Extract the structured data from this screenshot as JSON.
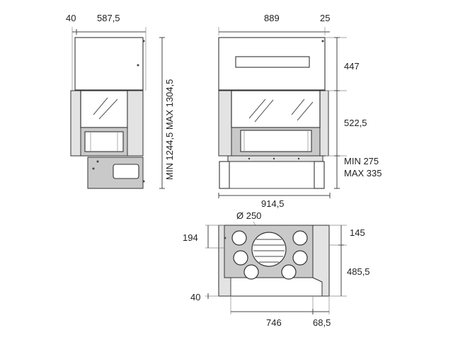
{
  "dimensions": {
    "side_view": {
      "depth_offset": "40",
      "depth": "587,5",
      "height": "MIN 1244,5  MAX 1304,5"
    },
    "front_view": {
      "width": "889",
      "side_offset": "25",
      "hood_height": "447",
      "opening_height": "522,5",
      "base_min": "MIN 275",
      "base_max": "MAX 335",
      "overall_width": "914,5"
    },
    "top_view": {
      "flue_diameter": "Ø 250",
      "left_depth": "194",
      "right_depth": "145",
      "right_length": "485,5",
      "left_offset": "40",
      "bottom_width": "746",
      "bottom_right": "68,5"
    }
  }
}
